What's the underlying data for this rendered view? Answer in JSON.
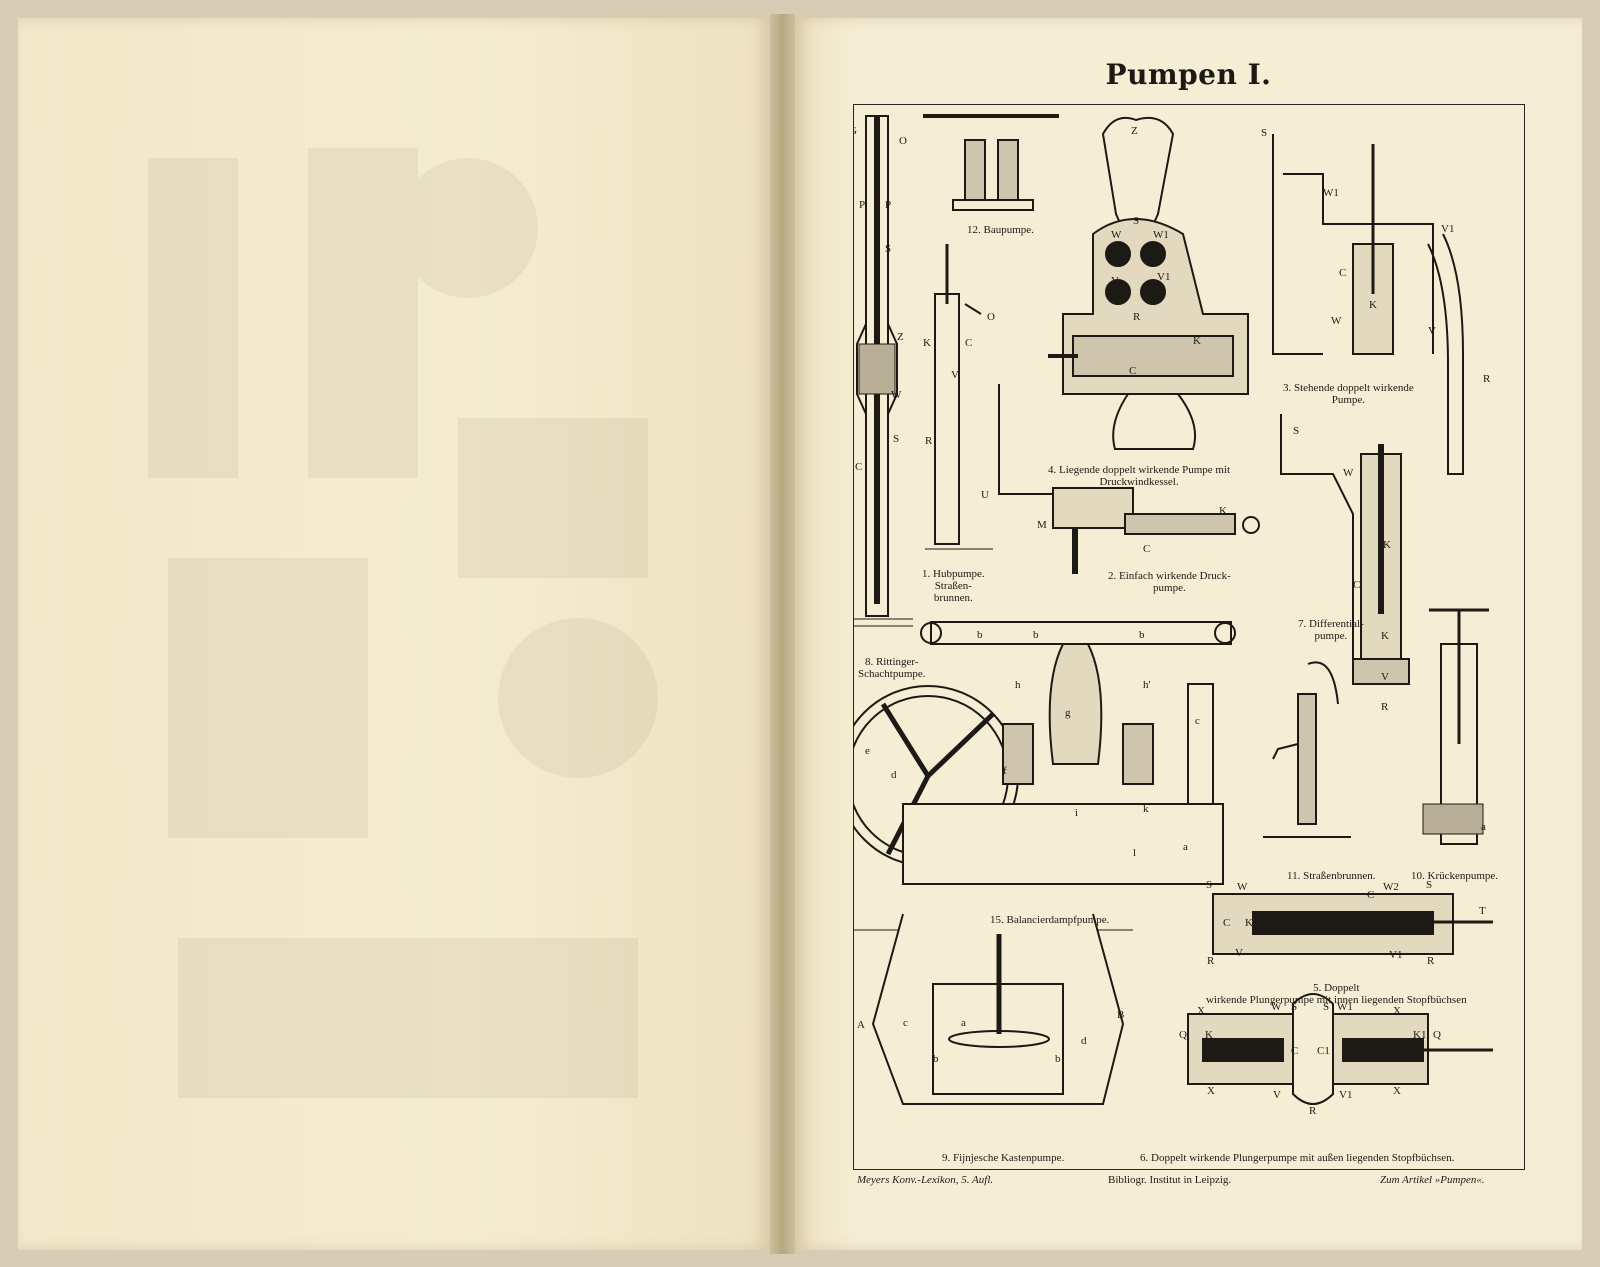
{
  "plate": {
    "title": "Pumpen I."
  },
  "captions": {
    "fig1": [
      "1. Hubpumpe.",
      "Straßen-",
      "brunnen."
    ],
    "fig2": [
      "2. Einfach wirkende Druck-",
      "pumpe."
    ],
    "fig3": [
      "3. Stehende doppelt wirkende",
      "Pumpe."
    ],
    "fig4": [
      "4. Liegende doppelt wirkende Pumpe mit",
      "Druckwindkessel."
    ],
    "fig5": [
      "5. Doppelt",
      "wirkende Plungerpumpe mit innen liegenden Stopfbüchsen"
    ],
    "fig6": "6. Doppelt wirkende Plungerpumpe mit außen liegenden Stopfbüchsen.",
    "fig7": [
      "7. Differential-",
      "pumpe."
    ],
    "fig8": [
      "8. Rittinger-",
      "Schachtpumpe."
    ],
    "fig9": "9. Fijnjesche Kastenpumpe.",
    "fig10": "10. Krückenpumpe.",
    "fig11": "11. Straßenbrunnen.",
    "fig12": "12. Baupumpe.",
    "fig15": "15. Balancierdampfpumpe."
  },
  "footer": {
    "left": "Meyers Konv.-Lexikon, 5. Aufl.",
    "center": "Bibliogr. Institut in Leipzig.",
    "right": "Zum Artikel »Pumpen«."
  },
  "labels": {
    "fig8": [
      "G",
      "O",
      "P",
      "P",
      "S",
      "Z",
      "W",
      "S",
      "C"
    ],
    "fig1": [
      "O",
      "K",
      "C",
      "V",
      "R",
      "U"
    ],
    "fig4": [
      "Z",
      "S",
      "W",
      "W1",
      "V",
      "V1",
      "R",
      "K",
      "C"
    ],
    "fig3": [
      "S",
      "W1",
      "V1",
      "C",
      "K",
      "W",
      "V",
      "R"
    ],
    "fig2": [
      "M",
      "K",
      "C"
    ],
    "fig7": [
      "S",
      "W",
      "K",
      "C",
      "K",
      "V",
      "R"
    ],
    "fig15": [
      "b",
      "b",
      "b",
      "h",
      "h'",
      "g",
      "c",
      "e",
      "d",
      "f",
      "i",
      "k",
      "l",
      "a"
    ],
    "fig5": [
      "S",
      "W",
      "C",
      "W2",
      "S",
      "C",
      "K",
      "T",
      "R",
      "V",
      "V1",
      "R"
    ],
    "fig6": [
      "X",
      "W",
      "S",
      "S",
      "W1",
      "X",
      "Q",
      "K",
      "K1",
      "Q",
      "C",
      "C1",
      "X",
      "V",
      "V1",
      "X",
      "R"
    ],
    "fig9": [
      "A",
      "B",
      "c",
      "a",
      "d",
      "b",
      "b"
    ],
    "fig10": [
      "a"
    ]
  }
}
